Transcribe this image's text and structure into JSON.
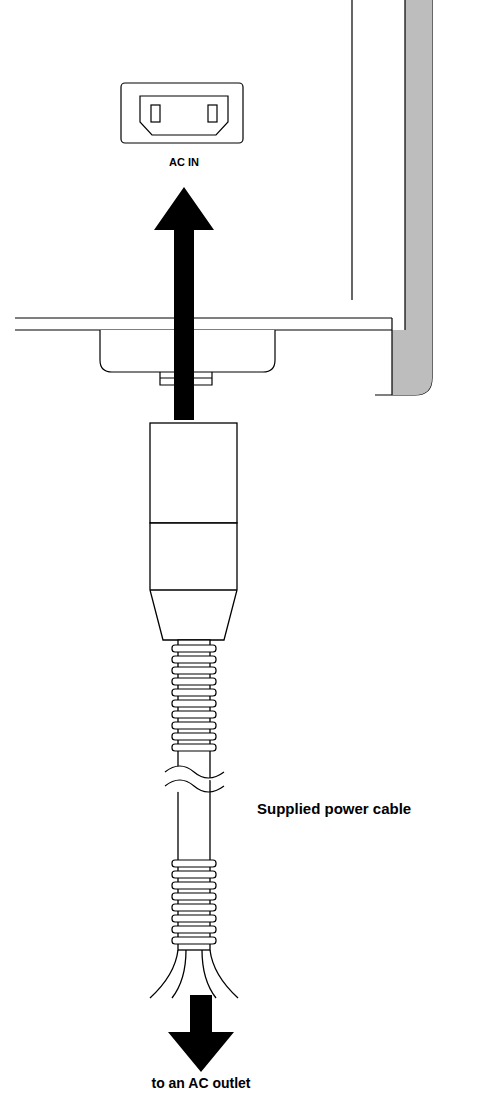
{
  "diagram": {
    "labels": [
      "AC IN",
      "Supplied power cable",
      "to an AC outlet"
    ]
  }
}
